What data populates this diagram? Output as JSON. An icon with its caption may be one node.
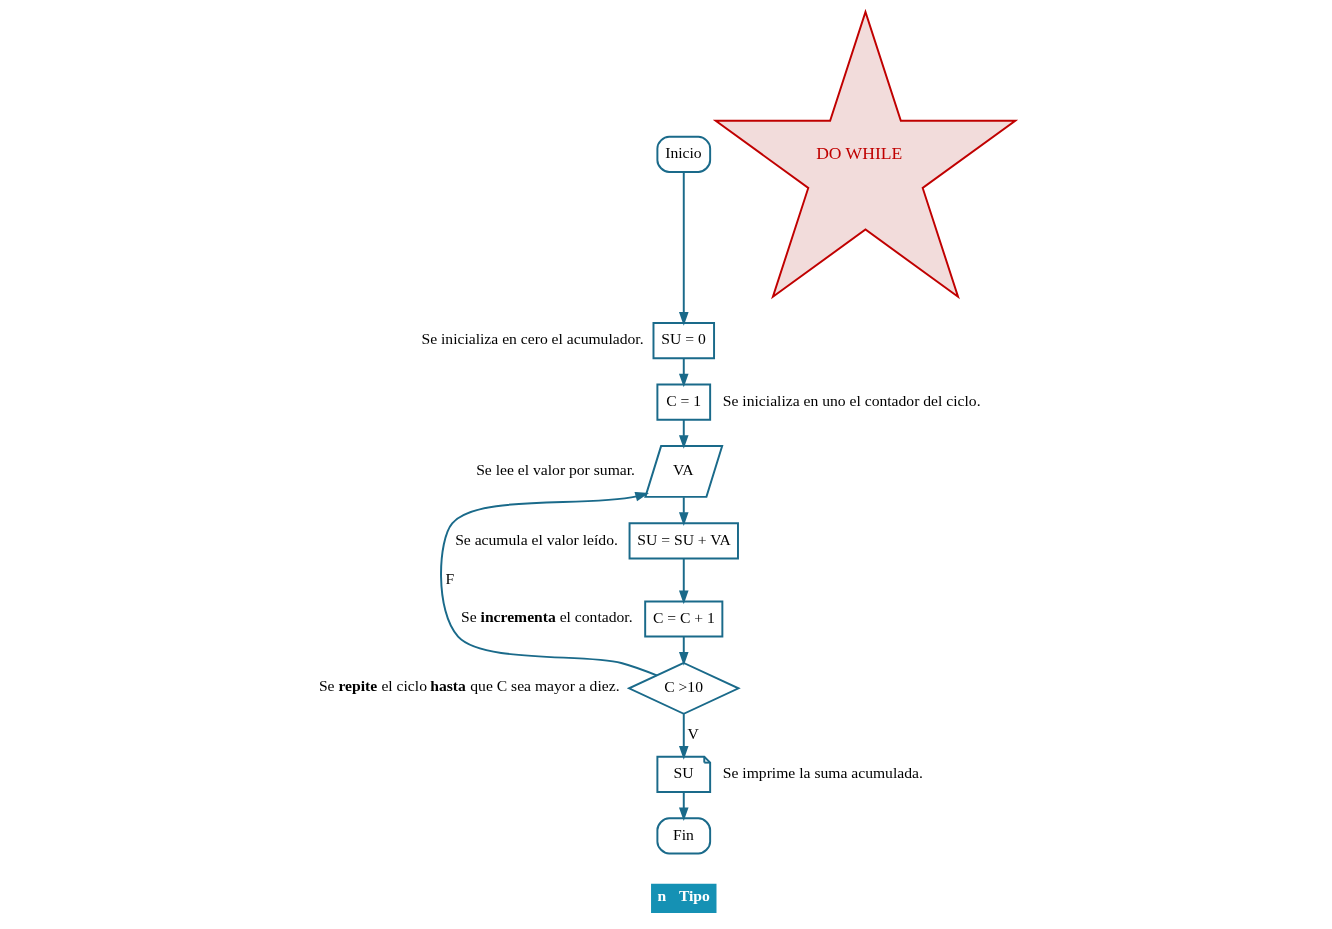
{
  "diagram": {
    "nodes": [
      {
        "text": [
          "Inicio"
        ]
      },
      {
        "text": [
          "SU = 0"
        ],
        "beside": [
          "Se inicializa en cero el acumulador."
        ]
      },
      {
        "text": [
          "C = 1"
        ],
        "beside": [
          "Se inicializa en uno el contador del ciclo."
        ]
      },
      {
        "text": [
          "VA"
        ],
        "beside": [
          "Se lee el valor por sumar."
        ]
      },
      {
        "text": [
          "SU = SU + VA"
        ],
        "beside": [
          "Se acumula el valor leído."
        ]
      },
      {
        "text": [
          "C = C + 1"
        ],
        "beside": [
          "Se **incrementa** el contador."
        ]
      },
      {
        "text": [
          "C >10"
        ],
        "beside": [
          "Se **repite** el ciclo **hasta** que C sea mayor a diez."
        ]
      },
      {
        "text": [
          "SU"
        ],
        "beside": [
          "Se imprime la suma acumulada."
        ]
      },
      {
        "text": [
          "Fin"
        ]
      },
      {
        "text": [
          "DO WHILE"
        ]
      }
    ],
    "edges": [
      {
        "from": 0,
        "to": 1,
        "arrow": "to"
      },
      {
        "from": 1,
        "to": 2,
        "arrow": "to"
      },
      {
        "from": 2,
        "to": 3,
        "arrow": "to"
      },
      {
        "from": 3,
        "to": 4,
        "arrow": "to"
      },
      {
        "from": 4,
        "to": 5,
        "arrow": "to"
      },
      {
        "from": 5,
        "to": 6,
        "arrow": "to"
      },
      {
        "from": 6,
        "to": 7,
        "arrow": "to",
        "label": "V"
      },
      {
        "from": 6,
        "to": 3,
        "arrow": "to",
        "label": "F"
      },
      {
        "from": 7,
        "to": 8,
        "arrow": "to"
      }
    ],
    "labels": [
      "n",
      "Tipo"
    ]
  }
}
